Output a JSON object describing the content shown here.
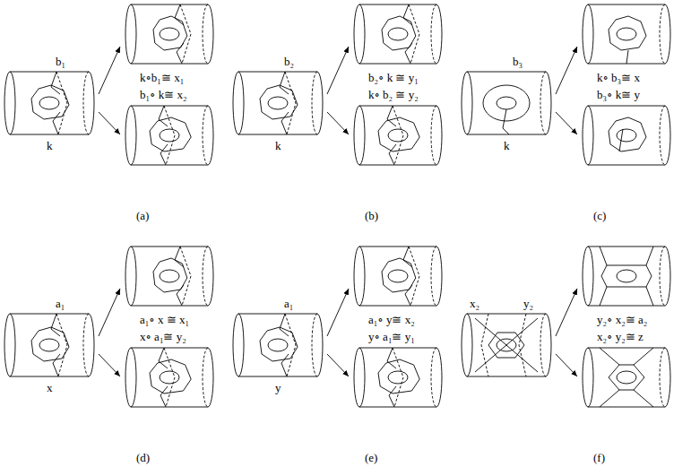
{
  "diagram": {
    "labels": [
      "b₁",
      "k",
      "k∘b₁≅ x₁",
      "b₁∘ k≅ x₂",
      "(a)",
      "b₂",
      "k",
      "b₂∘ k ≅ y₁",
      "k∘ b₂ ≅ y₂",
      "(b)",
      "b₃",
      "k",
      "k∘ b₃≅ x",
      "b₃∘ k≅ y",
      "(c)",
      "a₁",
      "x",
      "a₁∘ x ≅ x₁",
      "x∘ a₁≅ y₂",
      "(d)",
      "a₁",
      "y",
      "a₁∘ y≅ x₂",
      "y∘ a₁≅ y₁",
      "(e)",
      "x₂",
      "y₂",
      "y₂∘ x₂≅ a₂",
      "x₂∘ y₂≅ z",
      "(f)"
    ]
  }
}
